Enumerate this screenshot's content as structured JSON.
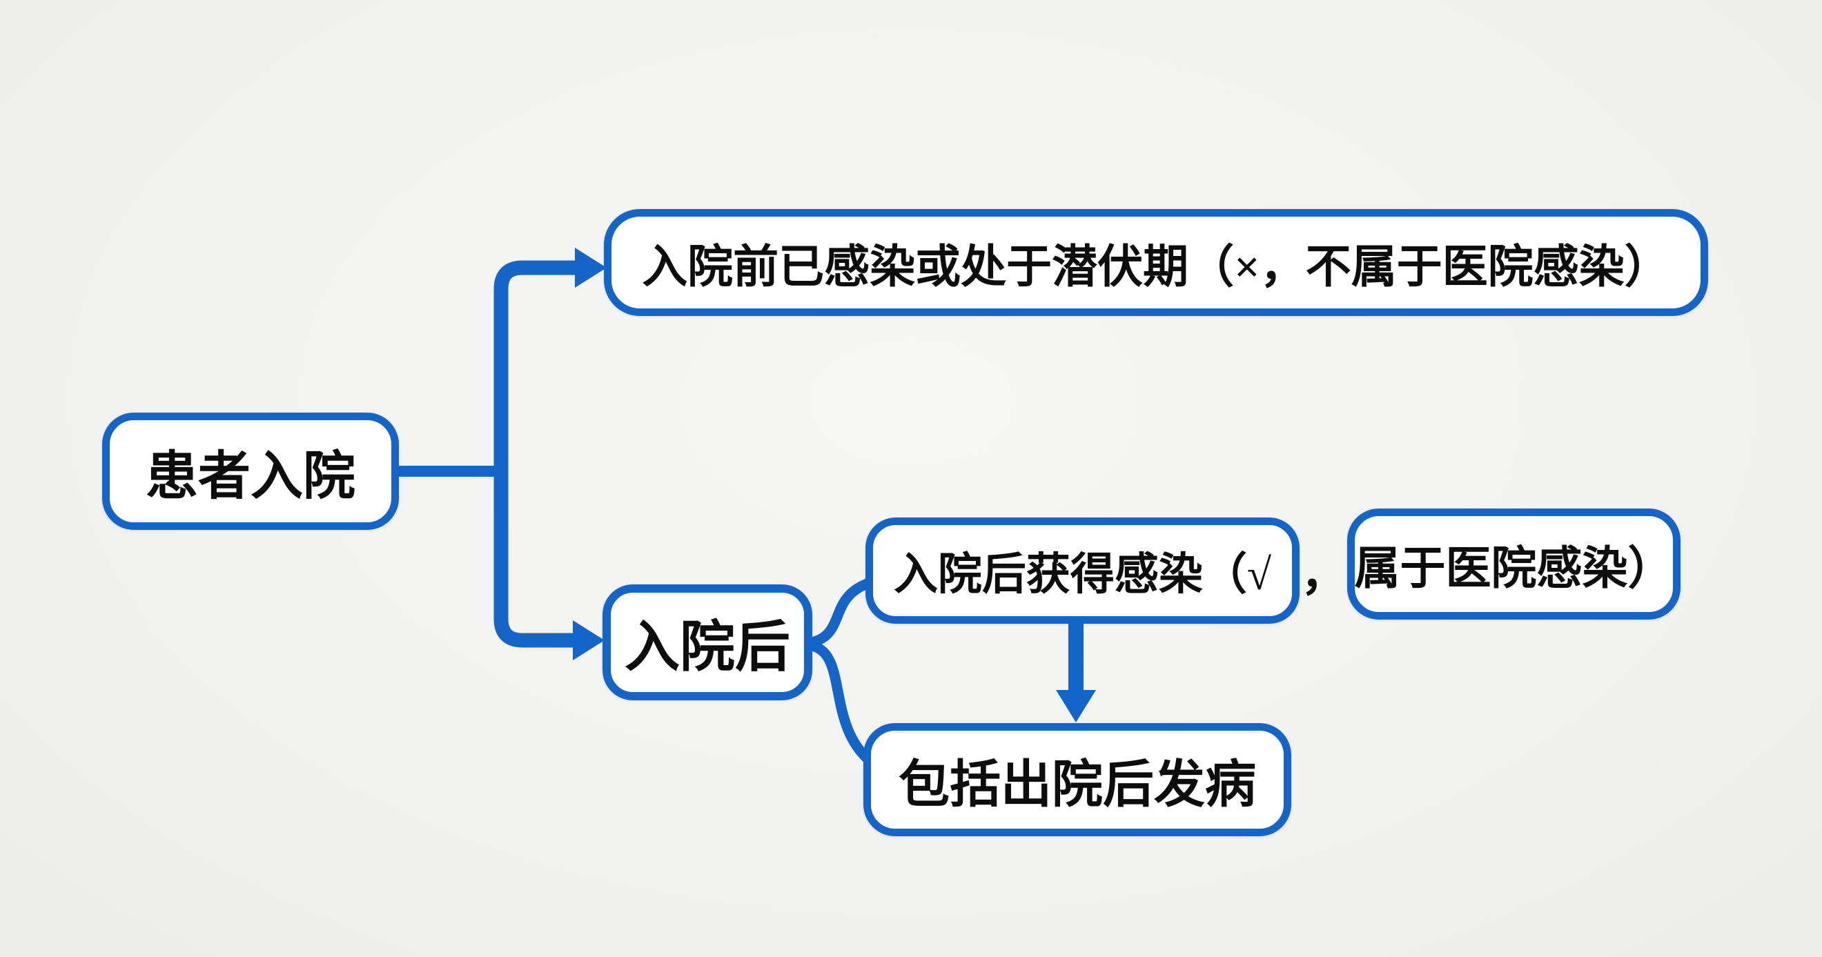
{
  "diagram": {
    "background_color": "#f2f2f0",
    "accent_color": "#1565c8",
    "node_fill_color": "#ffffff",
    "text_color": "#0d0d0d",
    "nodes": {
      "patient_admission": {
        "label": "患者入院"
      },
      "pre_admission_infection": {
        "label": "入院前已感染或处于潜伏期（×，不属于医院感染）"
      },
      "post_admission": {
        "label": "入院后"
      },
      "post_admission_infection": {
        "label": "入院后获得感染（√"
      },
      "comma_separator": {
        "label": "，"
      },
      "hospital_infection": {
        "label": "属于医院感染）"
      },
      "discharge_onset": {
        "label": "包括出院后发病"
      }
    },
    "edges": [
      {
        "from": "patient_admission",
        "to": "pre_admission_infection",
        "kind": "arrow"
      },
      {
        "from": "patient_admission",
        "to": "post_admission",
        "kind": "arrow"
      },
      {
        "from": "post_admission",
        "to": "post_admission_infection",
        "kind": "curve"
      },
      {
        "from": "post_admission",
        "to": "discharge_onset",
        "kind": "curve"
      },
      {
        "from": "post_admission_infection",
        "to": "discharge_onset",
        "kind": "arrow"
      }
    ]
  }
}
